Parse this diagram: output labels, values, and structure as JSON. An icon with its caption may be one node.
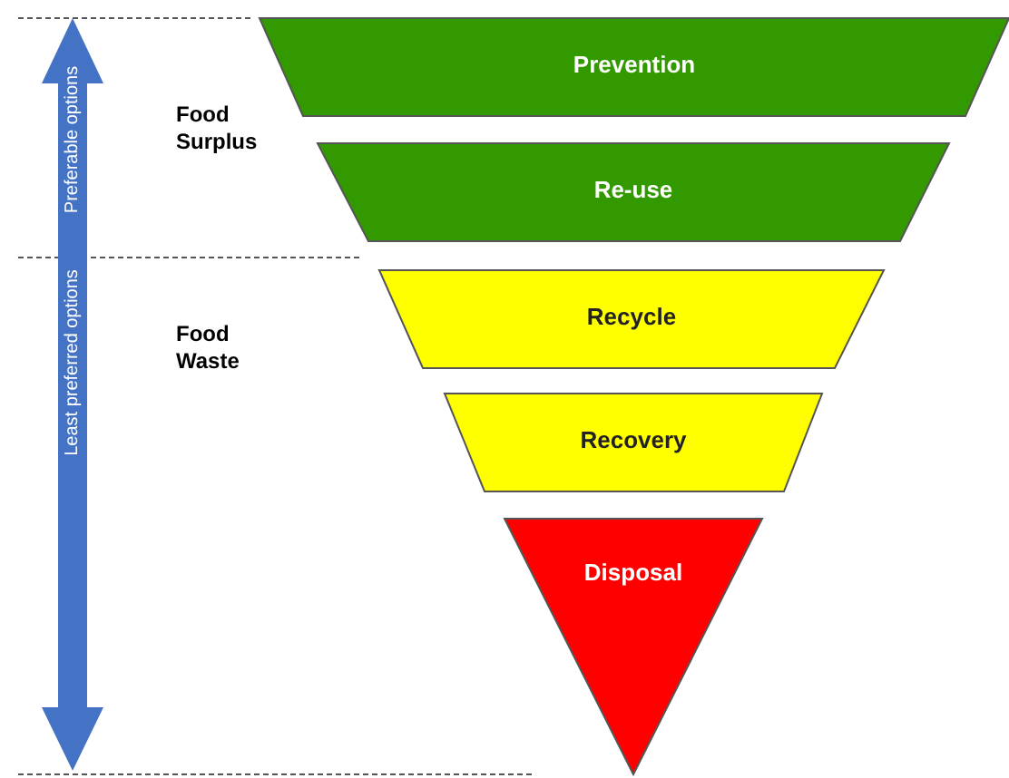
{
  "diagram": {
    "nodes": [
      {
        "text": [
          "Prevention"
        ]
      },
      {
        "text": [
          "Re-use"
        ]
      },
      {
        "text": [
          "Recycle"
        ]
      },
      {
        "text": [
          "Recovery"
        ]
      },
      {
        "text": [
          "Disposal"
        ]
      }
    ],
    "labels": [
      "Preferable options",
      "Least preferred options",
      "Food Surplus",
      "Food Waste"
    ]
  }
}
